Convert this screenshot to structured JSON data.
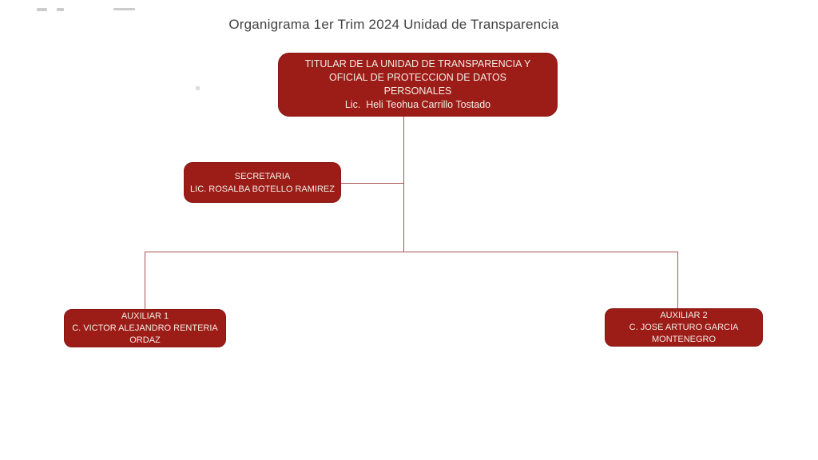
{
  "title": "Organigrama 1er Trim 2024 Unidad de Transparencia",
  "colors": {
    "box_fill": "#9c1c17",
    "box_border": "#891612",
    "box_text": "#f2ece6",
    "connector_line": "#a85454",
    "title_text": "#404040",
    "background": "#ffffff"
  },
  "nodes": {
    "titular": {
      "line1": "TITULAR DE LA UNIDAD DE TRANSPARENCIA Y",
      "line2": "OFICIAL DE PROTECCION DE DATOS",
      "line3": "PERSONALES",
      "line4": "Lic.  Heli Teohua Carrillo Tostado"
    },
    "secretaria": {
      "line1": "SECRETARIA",
      "line2": "LIC. ROSALBA BOTELLO RAMIREZ"
    },
    "auxiliar1": {
      "line1": "AUXILIAR 1",
      "line2": "C. VICTOR ALEJANDRO RENTERIA",
      "line3": "ORDAZ"
    },
    "auxiliar2": {
      "line1": "AUXILIAR 2",
      "line2": "C. JOSE ARTURO GARCIA",
      "line3": "MONTENEGRO"
    }
  },
  "edges": [
    {
      "from": "titular",
      "to": "secretaria"
    },
    {
      "from": "titular",
      "to": "auxiliar1"
    },
    {
      "from": "titular",
      "to": "auxiliar2"
    }
  ]
}
